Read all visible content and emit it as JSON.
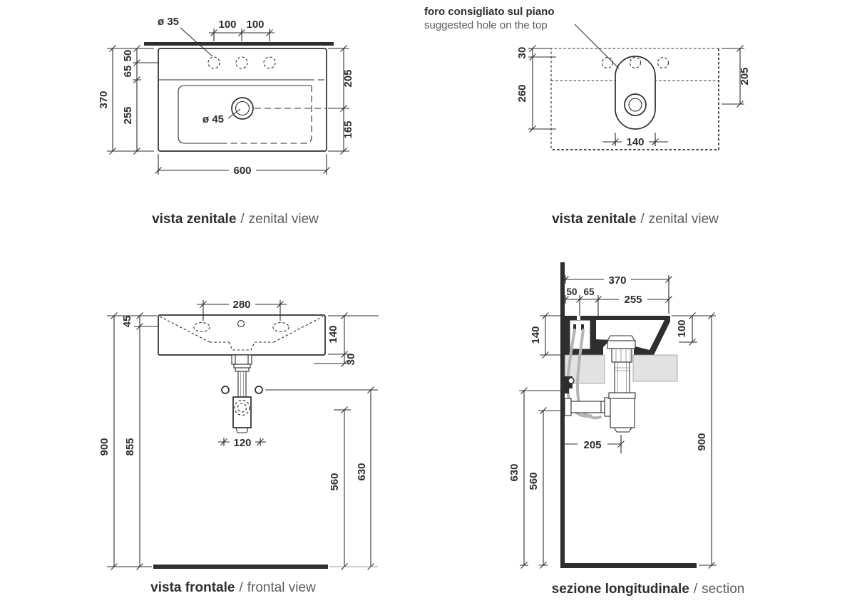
{
  "colors": {
    "line": "#2e2e2e",
    "text": "#2e2e2e",
    "text_light": "#5c5c5c",
    "gray_fill": "#e2e2e2",
    "hose_gray": "#b4b4b4"
  },
  "views": {
    "zenital_left": {
      "caption": {
        "it": "vista zenitale",
        "sep": "/",
        "en": "zenital view"
      },
      "labels": {
        "tap_hole_diameter": "ø 35",
        "drain_diameter": "ø 45"
      },
      "dims": {
        "hole_spacing_left": "100",
        "hole_spacing_right": "100",
        "overall_depth": "370",
        "deck_front": "50",
        "deck_rear": "65",
        "basin_depth": "255",
        "edge_to_drain": "205",
        "drain_to_front": "165",
        "overall_width": "600"
      }
    },
    "zenital_right": {
      "caption": {
        "it": "vista zenitale",
        "sep": "/",
        "en": "zenital view"
      },
      "note": {
        "it": "foro consigliato sul piano",
        "en": "suggested hole on the top"
      },
      "dims": {
        "edge_to_hole": "30",
        "hole_length": "260",
        "edge_to_drain": "205",
        "hole_width": "140"
      }
    },
    "frontal": {
      "caption": {
        "it": "vista frontale",
        "sep": "/",
        "en": "frontal view"
      },
      "dims": {
        "side_hole_spacing": "280",
        "rim_height": "45",
        "body_height": "140",
        "drain_offset": "30",
        "total_height": "900",
        "underside_height": "855",
        "trap_height": "560",
        "pipe_height": "630",
        "siphon_width": "120"
      }
    },
    "section": {
      "caption": {
        "it": "sezione longitudinale",
        "sep": "/",
        "en": "section"
      },
      "dims": {
        "overall_depth": "370",
        "wall_gap": "50",
        "deck": "65",
        "basin": "255",
        "body_height": "140",
        "basin_depth": "100",
        "drain_distance": "205",
        "pipe_height": "630",
        "trap_height": "560",
        "total_height": "900"
      }
    }
  }
}
